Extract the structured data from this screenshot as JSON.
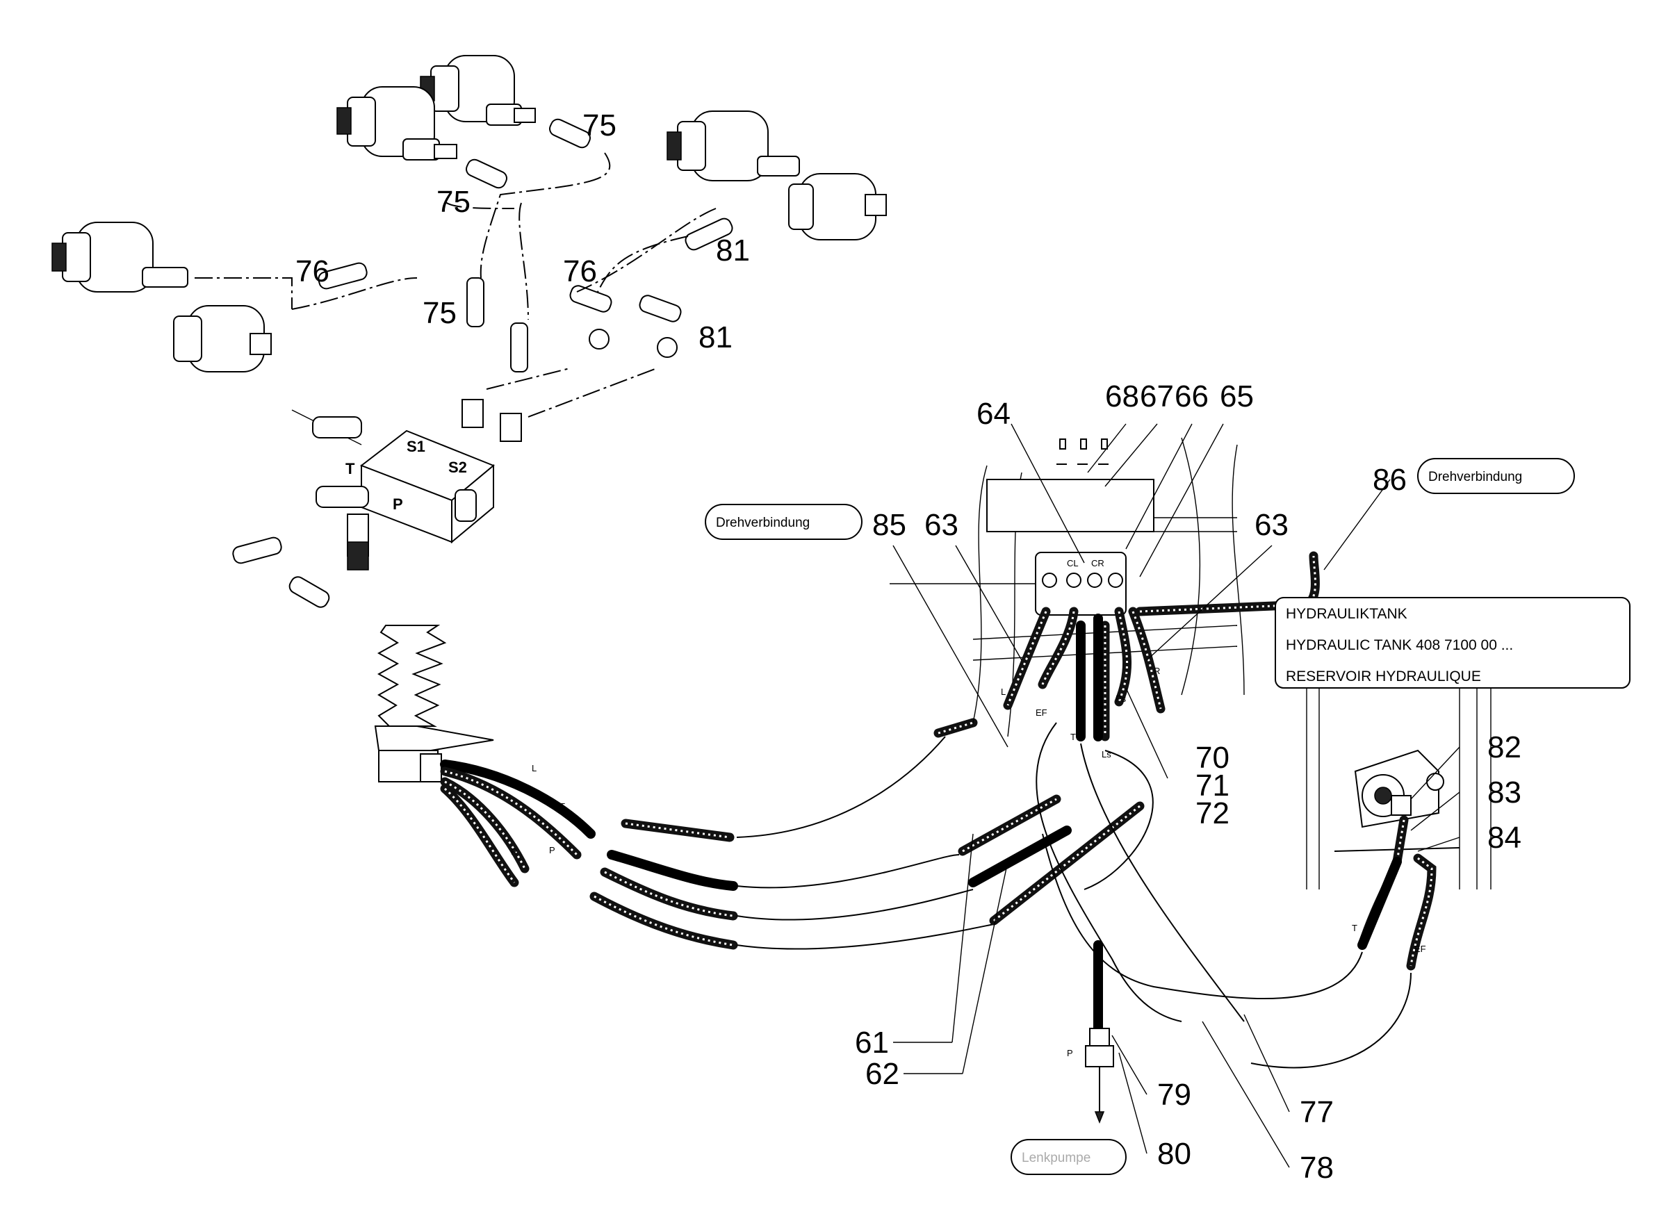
{
  "callouts": [
    "75",
    "75",
    "76",
    "75",
    "76",
    "81",
    "81",
    "64",
    "68",
    "67",
    "66",
    "65",
    "85",
    "63",
    "63",
    "86",
    "70",
    "71",
    "72",
    "82",
    "83",
    "84",
    "61",
    "62",
    "79",
    "80",
    "77",
    "78"
  ],
  "labels": {
    "drehverbindung_left": "Drehverbindung",
    "drehverbindung_right": "Drehverbindung",
    "lenkpumpe": "Lenkpumpe"
  },
  "tank": {
    "line1": "HYDRAULIKTANK",
    "line2": "HYDRAULIC TANK    408 7100 00 ...",
    "line3": "RESERVOIR HYDRAULIQUE"
  },
  "ports": {
    "s1": "S1",
    "s2": "S2",
    "t": "T",
    "p": "P",
    "cl": "CL",
    "cr": "CR"
  },
  "hose_marks": {
    "l1": "L",
    "t1": "T",
    "r1": "R",
    "p1": "P",
    "l2": "L",
    "ef1": "EF",
    "t2": "T",
    "ls": "Ls",
    "ps": "Ps",
    "r2": "R",
    "t3": "T",
    "ef2": "EF",
    "p2": "P"
  }
}
